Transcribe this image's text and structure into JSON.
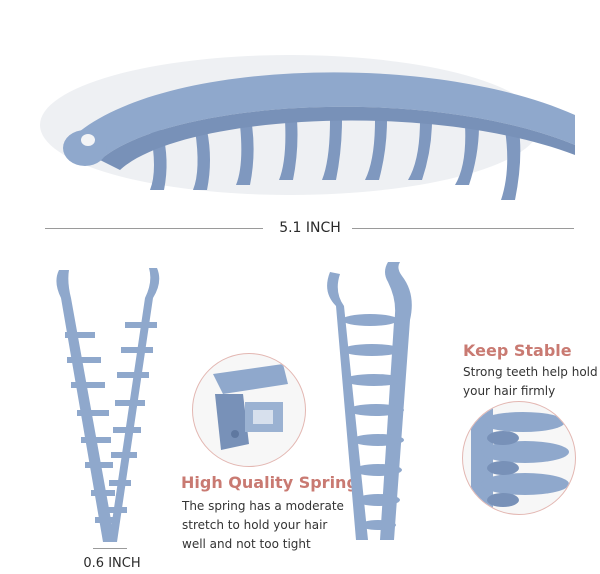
{
  "dimensions": {
    "length_label": "5.1 INCH",
    "width_label": "0.6 INCH"
  },
  "features": {
    "spring": {
      "title": "High Quality Spring",
      "desc_lines": [
        "The spring has a moderate",
        "stretch to hold your hair",
        "well and not too tight"
      ]
    },
    "stable": {
      "title": "Keep Stable",
      "desc_lines": [
        "Strong teeth help hold",
        "your hair firmly"
      ]
    }
  },
  "colors": {
    "clip": "#8fa8cc",
    "clip_shadow": "#6f89b0",
    "accent": "#c97a72",
    "circle_border": "#e3b7b2"
  }
}
